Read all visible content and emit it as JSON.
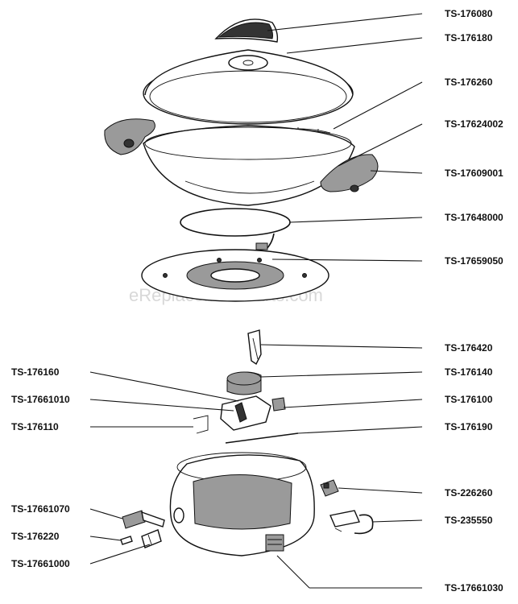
{
  "watermark": "eReplacementParts.com",
  "labels_right": [
    "TS-176080",
    "TS-176180",
    "TS-176260",
    "TS-17624002",
    "TS-17609001",
    "TS-17648000",
    "TS-17659050",
    "TS-176420",
    "TS-176140",
    "TS-176100",
    "TS-176190",
    "TS-226260",
    "TS-235550",
    "TS-17661030"
  ],
  "labels_left": [
    "TS-176160",
    "TS-17661010",
    "TS-176110",
    "TS-17661070",
    "TS-176220",
    "TS-17661000"
  ]
}
